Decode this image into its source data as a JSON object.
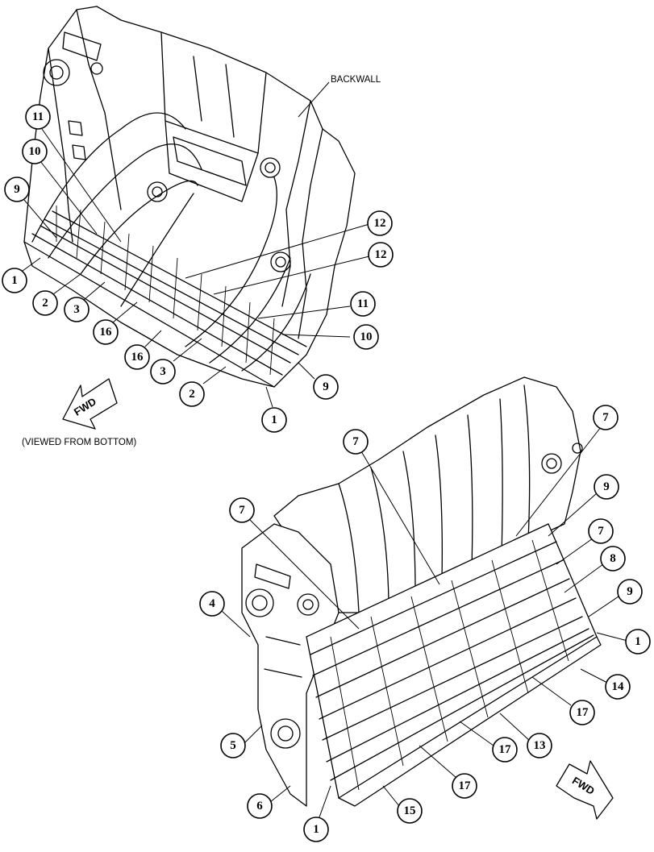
{
  "labels": {
    "backwall": "BACKWALL",
    "viewed_from_bottom": "(VIEWED FROM BOTTOM)",
    "fwd_top": "FWD",
    "fwd_bottom": "FWD"
  },
  "callouts_top": [
    "11",
    "10",
    "9",
    "1",
    "2",
    "3",
    "16",
    "16",
    "3",
    "2",
    "1",
    "9",
    "10",
    "11",
    "12",
    "12"
  ],
  "callouts_bottom": [
    "7",
    "7",
    "7",
    "9",
    "7",
    "8",
    "9",
    "1",
    "4",
    "5",
    "6",
    "1",
    "15",
    "17",
    "17",
    "13",
    "17",
    "14"
  ]
}
